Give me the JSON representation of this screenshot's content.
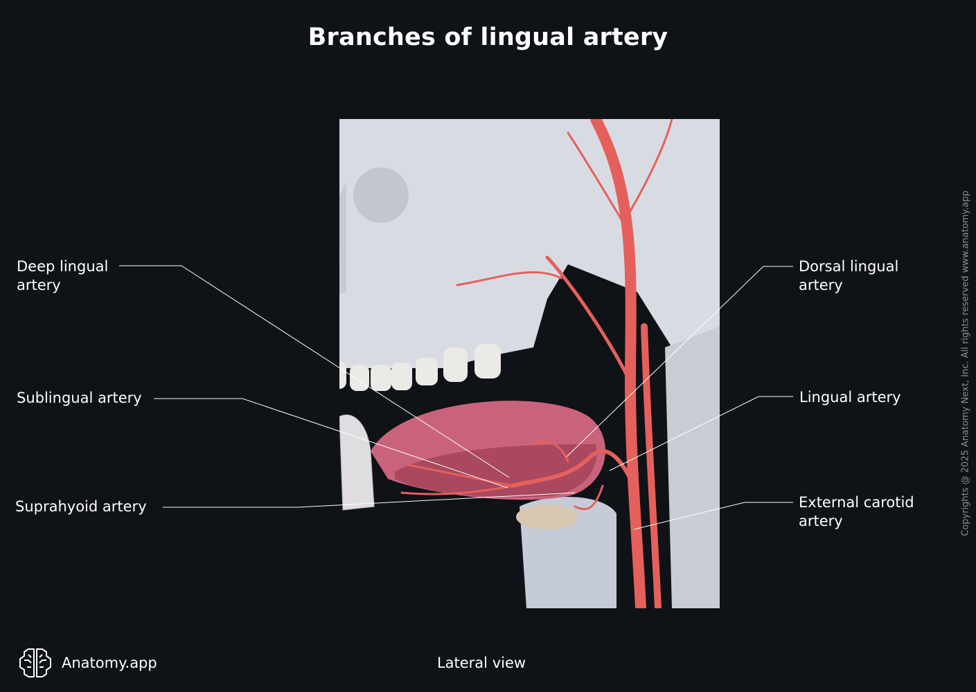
{
  "title": "Branches of lingual artery",
  "labels": {
    "deep_lingual": [
      "Deep lingual",
      "artery"
    ],
    "sublingual": "Sublingual artery",
    "suprahyoid": "Suprahyoid artery",
    "dorsal_lingual": [
      "Dorsal lingual",
      "artery"
    ],
    "lingual": "Lingual artery",
    "external_carotid": [
      "External carotid",
      "artery"
    ]
  },
  "view": "Lateral view",
  "brand": {
    "name": "Anatomy.app",
    "icon": "brain-icon"
  },
  "copyright": "Copyrights @ 2025 Anatomy Next, Inc. All rights reserved www.anatomy.app",
  "colors": {
    "background": "#0f1217",
    "bone": "#d9dde3",
    "artery": "#e5605c",
    "tongue": "#c9637c",
    "leader": "#ffffff"
  }
}
